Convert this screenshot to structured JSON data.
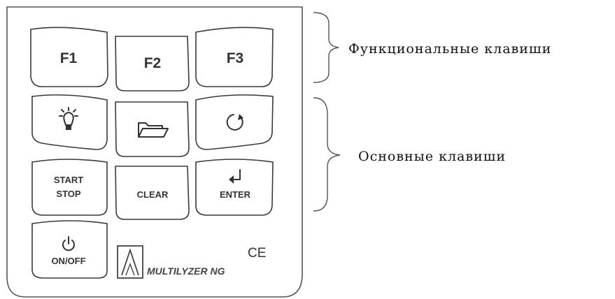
{
  "keys": {
    "f1": "F1",
    "f2": "F2",
    "f3": "F3",
    "start": "START",
    "stop": "STOP",
    "clear": "CLEAR",
    "enter": "ENTER",
    "onoff": "ON/OFF"
  },
  "icons": {
    "light": "light-bulb-icon",
    "folder": "folder-icon",
    "cycle": "cycle-arrows-icon",
    "enter": "enter-arrow-icon",
    "power": "power-icon",
    "logo": "multilyzer-logo-icon"
  },
  "brand": {
    "name": "MULTILYZER NG",
    "mark": "CE"
  },
  "labels": {
    "function_keys": "Функциональные клавиши",
    "main_keys": "Основные клавиши"
  }
}
